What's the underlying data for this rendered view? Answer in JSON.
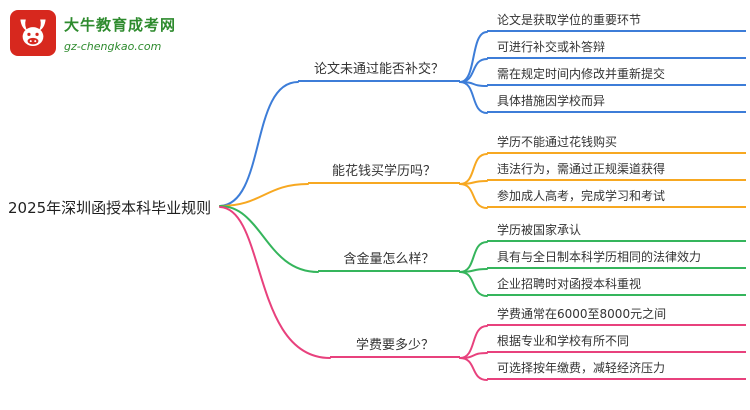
{
  "logo": {
    "title": "大牛教育成考网",
    "url": "gz-chengkao.com"
  },
  "root": {
    "label": "2025年深圳函授本科毕业规则"
  },
  "branches": [
    {
      "label": "论文未通过能否补交？",
      "children": [
        "论文是获取学位的重要环节",
        "可进行补交或补答辩",
        "需在规定时间内修改并重新提交",
        "具体措施因学校而异"
      ]
    },
    {
      "label": "能花钱买学历吗？",
      "children": [
        "学历不能通过花钱购买",
        "违法行为，需通过正规渠道获得",
        "参加成人高考，完成学习和考试"
      ]
    },
    {
      "label": "含金量怎么样？",
      "children": [
        "学历被国家承认",
        "具有与全日制本科学历相同的法律效力",
        "企业招聘时对函授本科重视"
      ]
    },
    {
      "label": "学费要多少？",
      "children": [
        "学费通常在6000至8000元之间",
        "根据专业和学校有所不同",
        "可选择按年缴费，减轻经济压力"
      ]
    }
  ],
  "colors": {
    "branch0": "#3d7dd8",
    "branch1": "#f7a821",
    "bran2_note": "",
    "branch2": "#35b55c",
    "branch3": "#e8417d",
    "logoRed": "#d7281e",
    "logoGreen": "#2e8b2e",
    "text": "#333333"
  }
}
